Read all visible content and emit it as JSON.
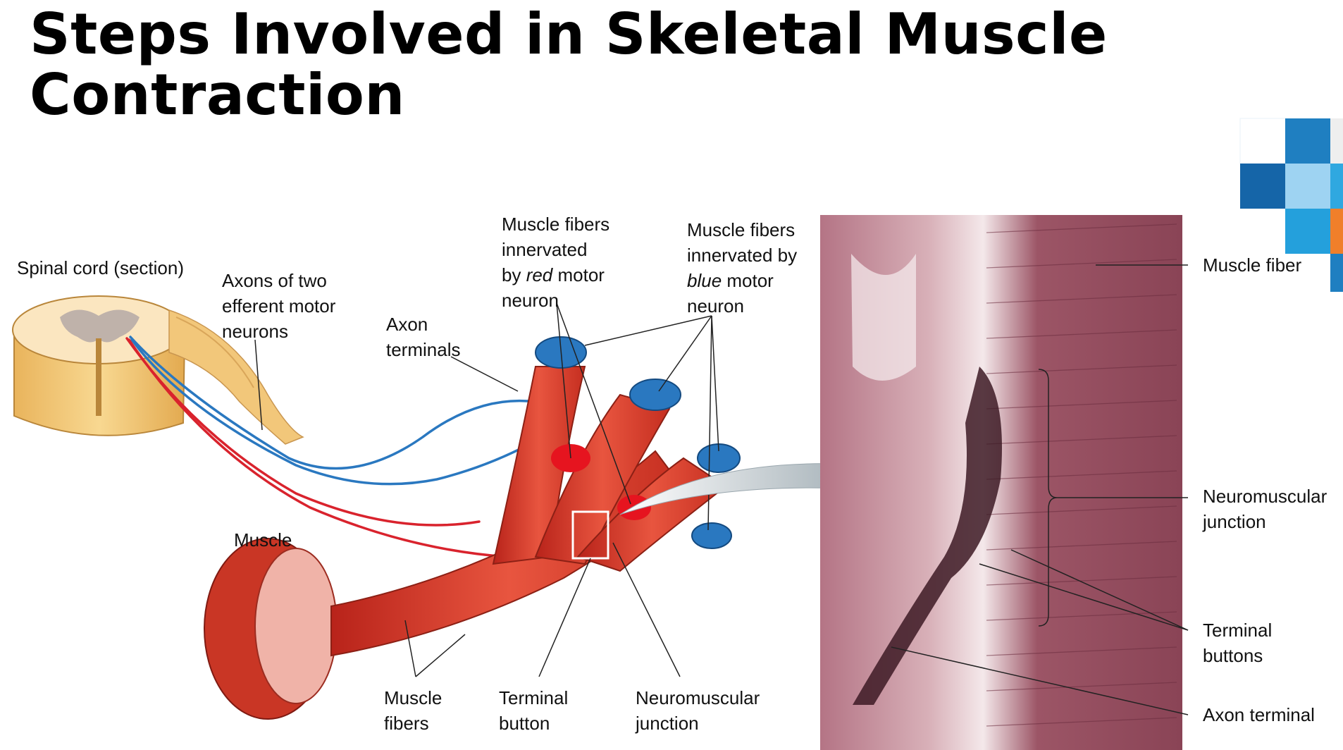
{
  "slide": {
    "title_line1": "Steps Involved in Skeletal Muscle",
    "title_line2": "Contraction"
  },
  "labels": {
    "spinal_cord": "Spinal cord (section)",
    "axons_1": "Axons of two",
    "axons_2": "efferent motor",
    "axons_3": "neurons",
    "axon_terminals_1": "Axon",
    "axon_terminals_2": "terminals",
    "red_1": "Muscle fibers",
    "red_2": "innervated",
    "red_3a": "by ",
    "red_3b": "red",
    "red_3c": " motor",
    "red_4": "neuron",
    "blue_1": "Muscle fibers",
    "blue_2": "innervated by",
    "blue_3a": "blue",
    "blue_3b": " motor",
    "blue_4": "neuron",
    "muscle": "Muscle",
    "muscle_fibers_1": "Muscle",
    "muscle_fibers_2": "fibers",
    "terminal_button_1": "Terminal",
    "terminal_button_2": "button",
    "nmj_1": "Neuromuscular",
    "nmj_2": "junction",
    "micro_muscle_fiber": "Muscle fiber",
    "micro_nmj_1": "Neuromuscular",
    "micro_nmj_2": "junction",
    "micro_terminal_buttons_1": "Terminal",
    "micro_terminal_buttons_2": "buttons",
    "micro_axon_terminal": "Axon terminal"
  },
  "colors": {
    "muscle_red": "#d9412f",
    "neuron_blue": "#2a78c0",
    "neuron_red": "#d9232d",
    "spinal_tan": "#f2c77a",
    "micro_bg": "#b97a8a"
  }
}
